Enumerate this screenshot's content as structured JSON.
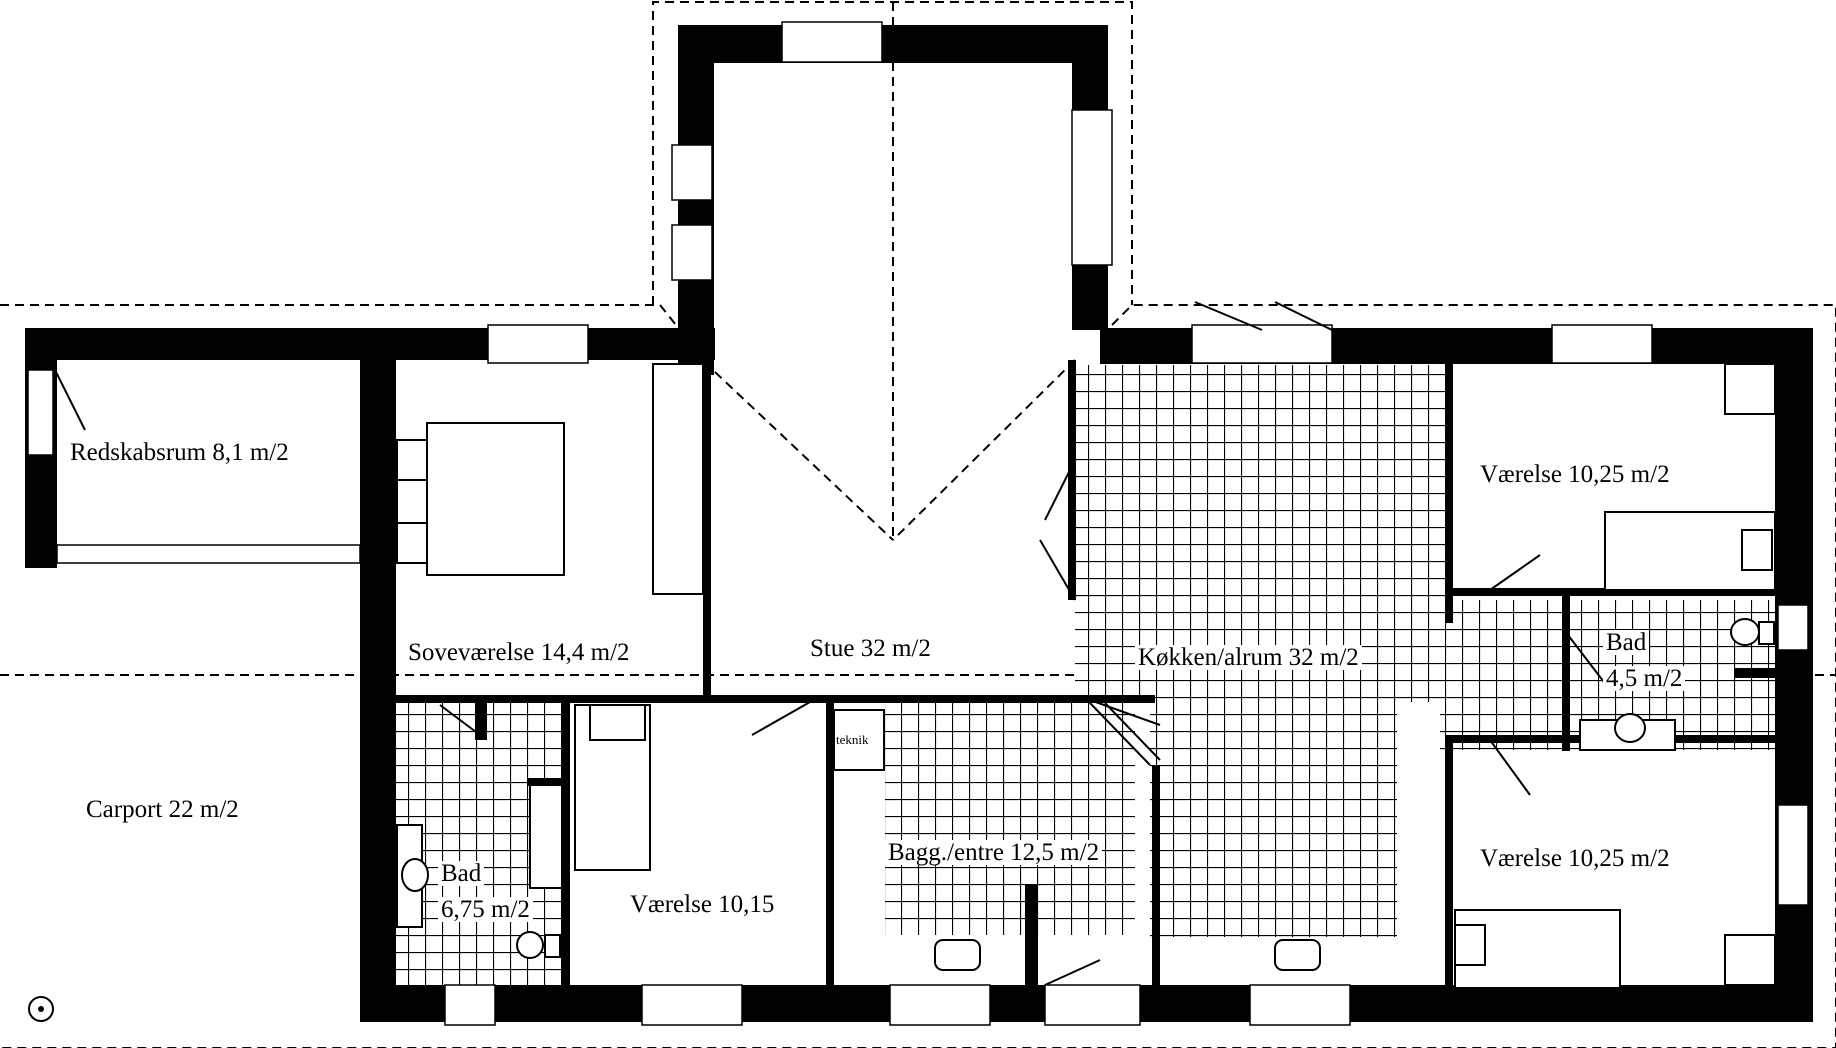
{
  "plan": {
    "rooms": {
      "redskabsrum": "Redskabsrum 8,1 m/2",
      "sovevaerelse": "Soveværelse 14,4 m/2",
      "stue": "Stue 32 m/2",
      "koekken": "Køkken/alrum 32 m/2",
      "vaerelse_ne": "Værelse 10,25 m/2",
      "bad_small_name": "Bad",
      "bad_small_area": "4,5 m/2",
      "carport": "Carport 22 m/2",
      "bad_large_name": "Bad",
      "bad_large_area": "6,75 m/2",
      "vaerelse_mid": "Værelse 10,15",
      "teknik": "teknik",
      "baggang": "Bagg./entre 12,5 m/2",
      "vaerelse_se": "Værelse 10,25 m/2"
    },
    "colors": {
      "wall": "#000000",
      "floor": "#ffffff",
      "lines": "#000000"
    }
  }
}
